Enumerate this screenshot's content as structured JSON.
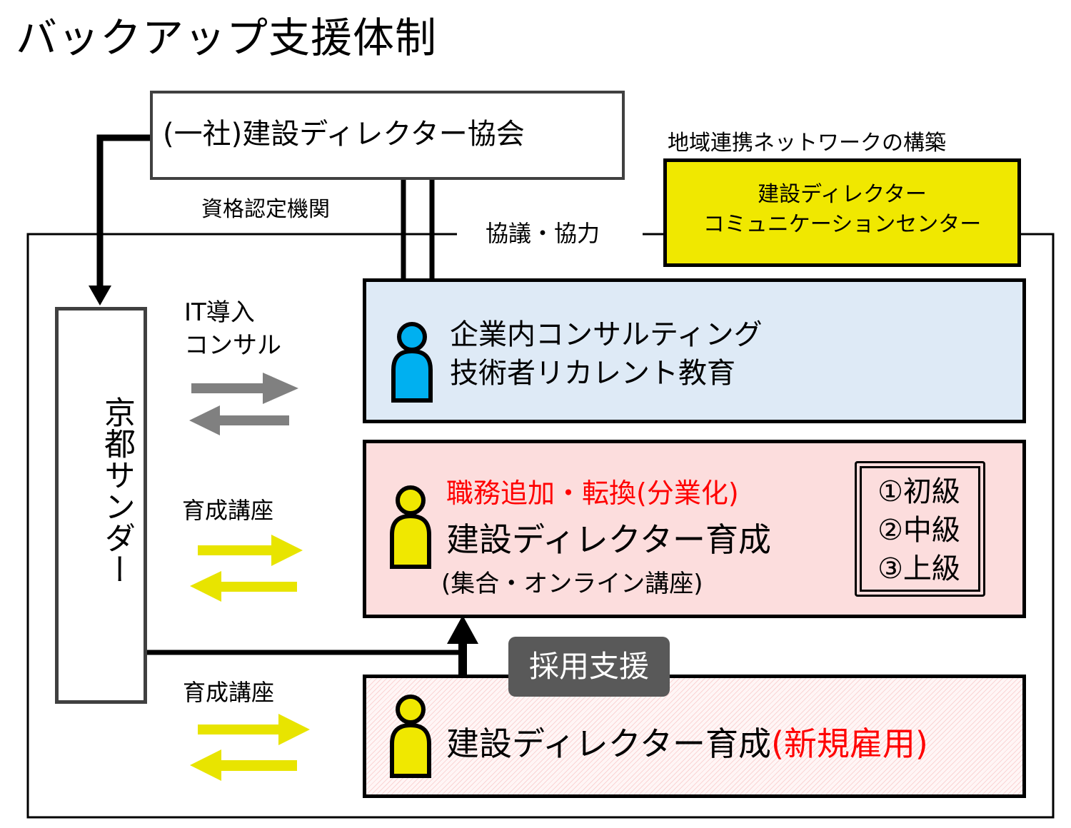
{
  "title": "バックアップ支援体制",
  "association": {
    "name": "(一社)建設ディレクター協会",
    "role_label": "資格認定機関"
  },
  "consultation_label": "協議・協力",
  "network": {
    "label": "地域連携ネットワークの構築",
    "center_line1": "建設ディレクター",
    "center_line2": "コミュニケーションセンター",
    "color": "#f0e800"
  },
  "provider": {
    "name": "京都サンダー"
  },
  "flows": [
    {
      "label_line1": "IT導入",
      "label_line2": "コンサル",
      "arrow_color": "#808080"
    },
    {
      "label_line1": "育成講座",
      "arrow_color": "#e8e400"
    },
    {
      "label_line1": "育成講座",
      "arrow_color": "#e8e400"
    }
  ],
  "programs": [
    {
      "icon": "person-icon-blue",
      "icon_color": "#00b0f0",
      "line1": "企業内コンサルティング",
      "line2": "技術者リカレント教育",
      "bg_color": "#deeaf6"
    },
    {
      "icon": "person-icon-yellow",
      "icon_color": "#f0e800",
      "line1_red": "職務追加・転換(分業化)",
      "line2": "建設ディレクター育成",
      "line3": "(集合・オンライン講座)",
      "bg_color": "#fcdddd",
      "levels": [
        "①初級",
        "②中級",
        "③上級"
      ]
    },
    {
      "icon": "person-icon-yellow",
      "icon_color": "#f0e800",
      "line1": "建設ディレクター育成",
      "line1_red_suffix": "(新規雇用)",
      "bg_color": "#fff6f6"
    }
  ],
  "recruit_badge": "採用支援",
  "accent_red": "#ff0000"
}
